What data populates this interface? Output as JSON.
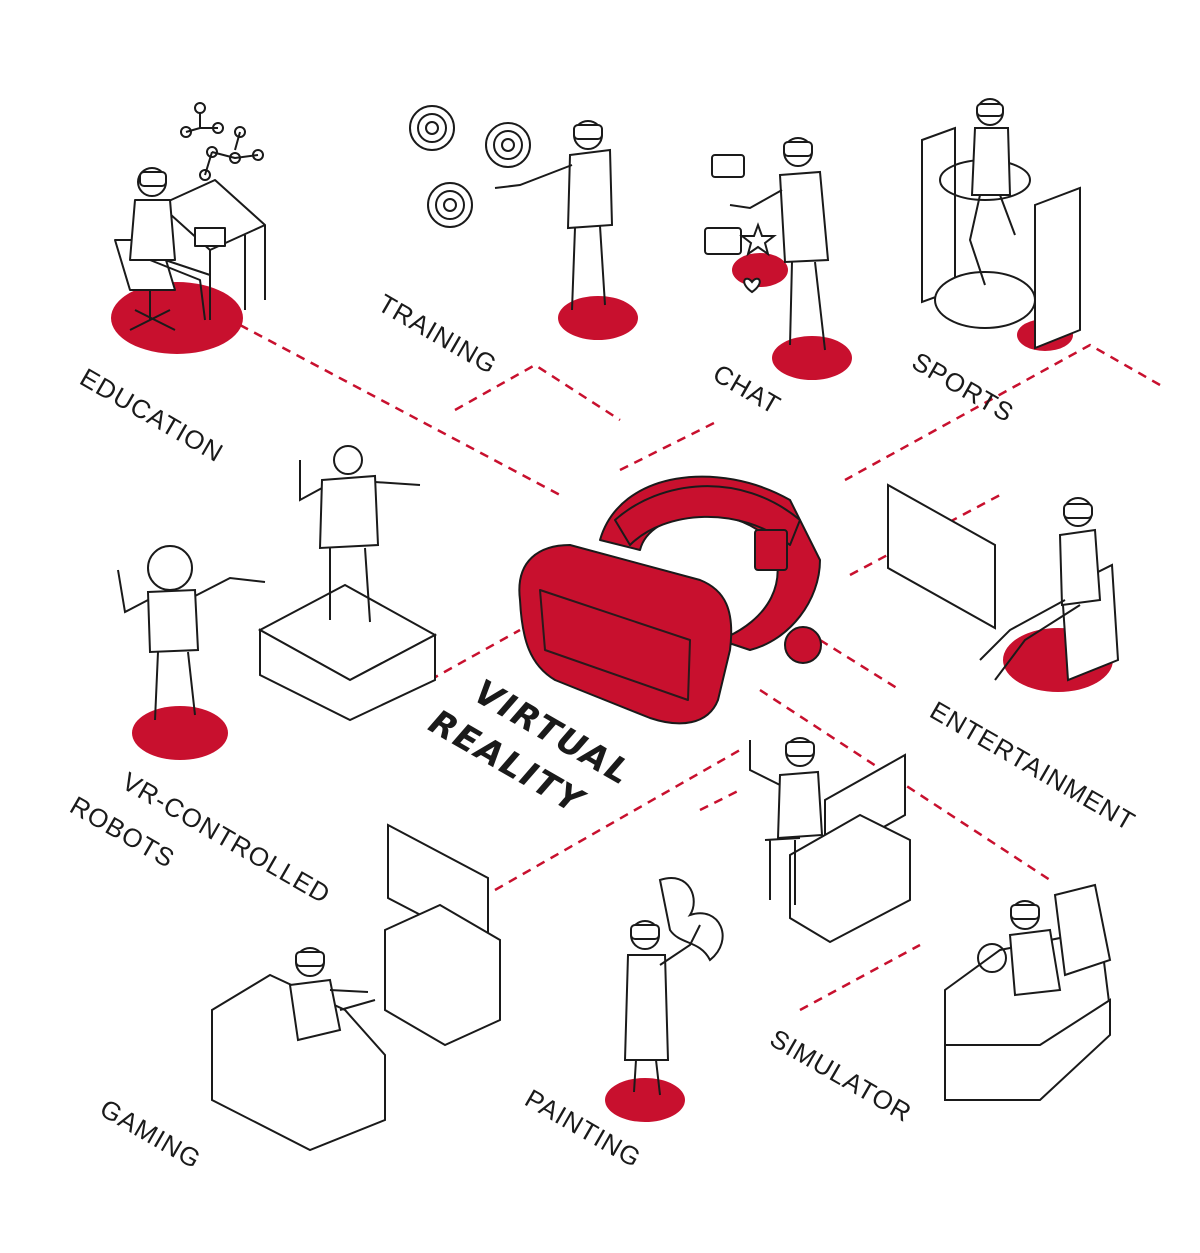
{
  "center": {
    "line1": "VIRTUAL",
    "line2": "REALITY"
  },
  "labels": {
    "education": "EDUCATION",
    "training": "TRAINING",
    "chat": "CHAT",
    "sports": "SPORTS",
    "entertainment": "ENTERTAINMENT",
    "robots_line1": "VR-CONTROLLED",
    "robots_line2": "ROBOTS",
    "gaming": "GAMING",
    "painting": "PAINTING",
    "simulator": "SIMULATOR"
  },
  "colors": {
    "accent": "#c8102e",
    "line": "#1a1a1a",
    "background": "#ffffff"
  }
}
